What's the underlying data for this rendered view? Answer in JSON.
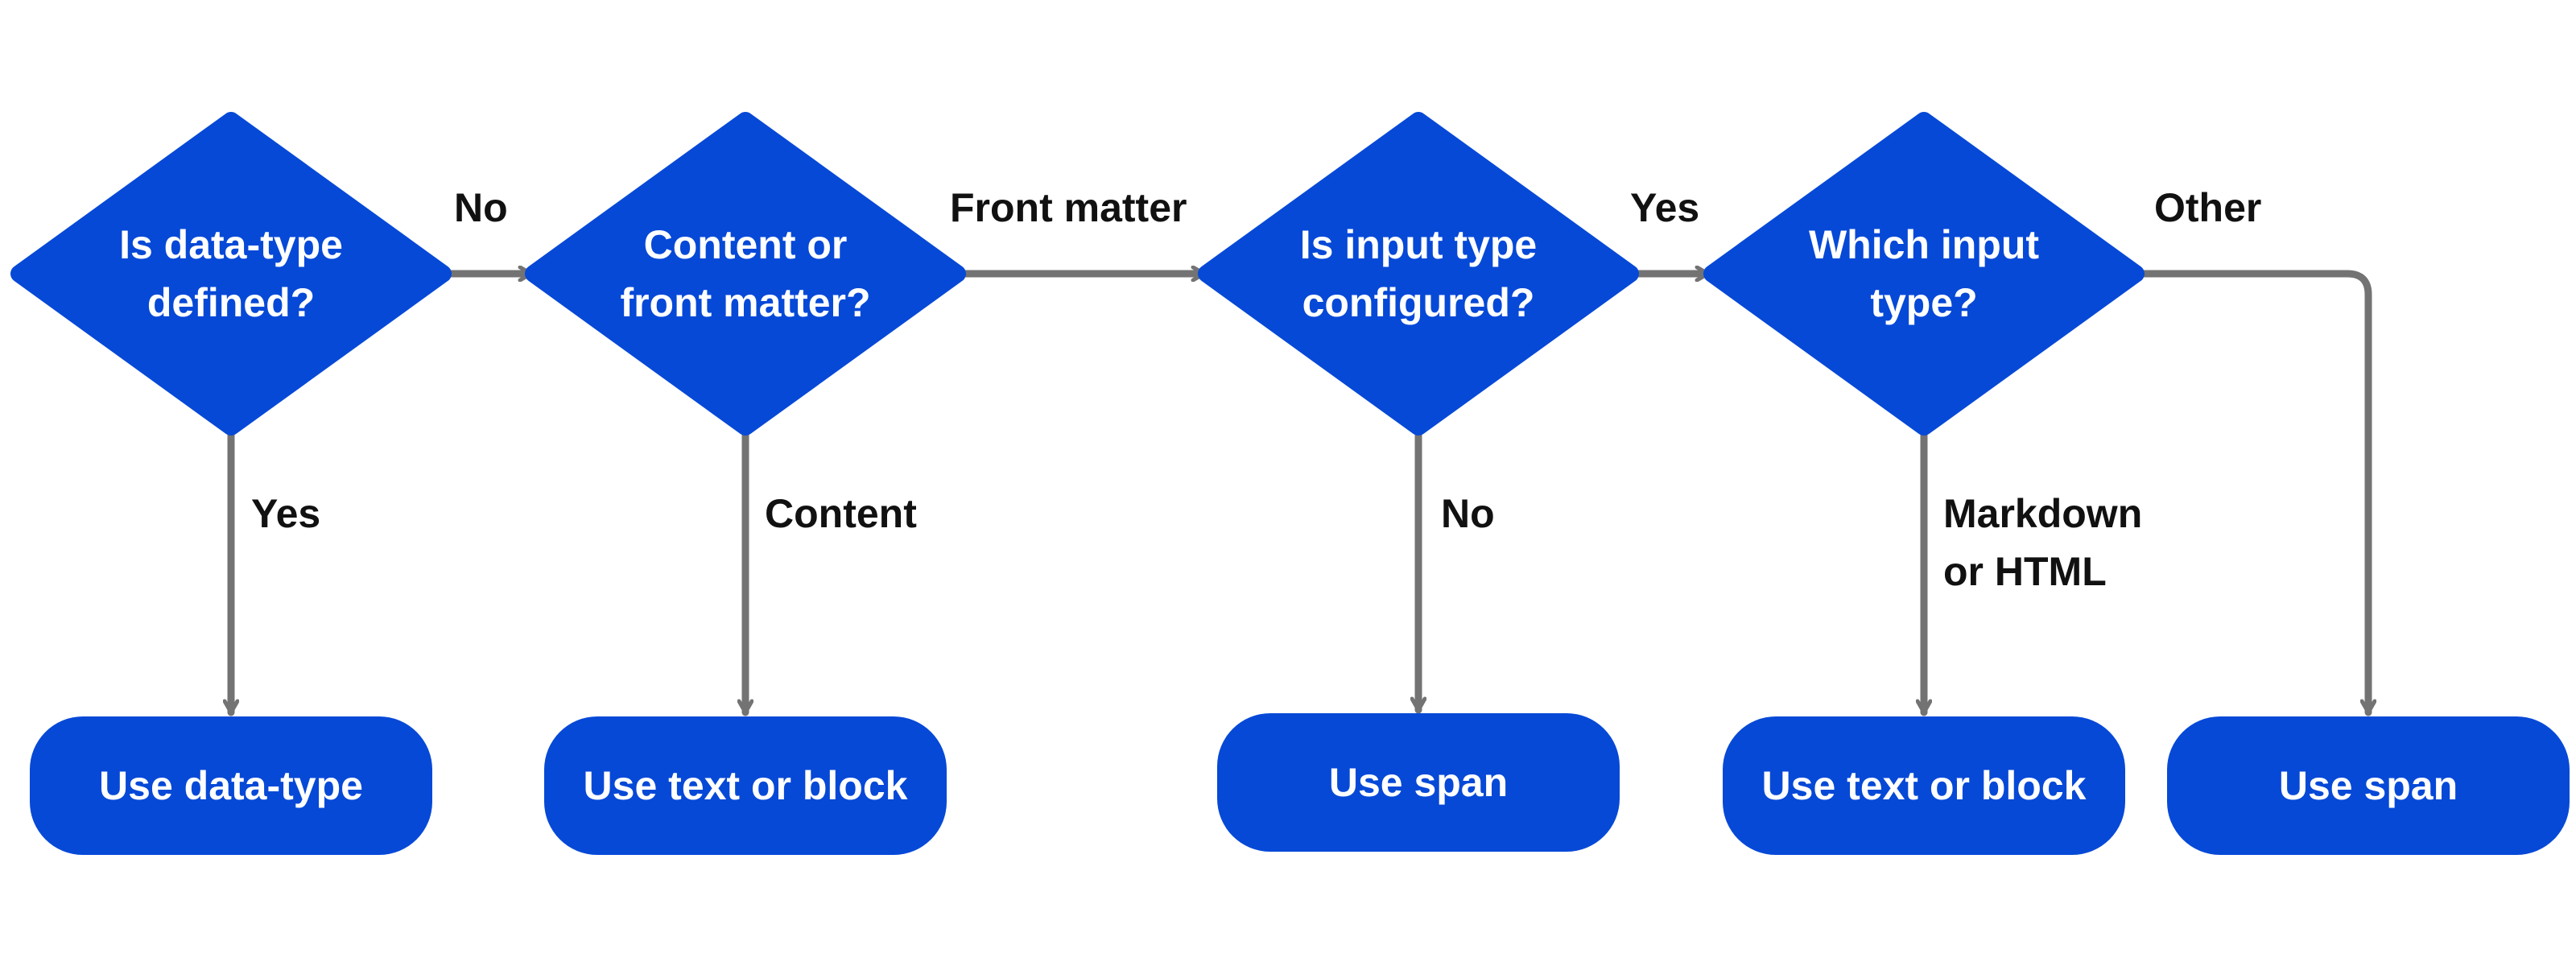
{
  "colors": {
    "node_fill": "#0649d7",
    "node_text": "#ffffff",
    "connector": "#737373",
    "edge_text": "#111111"
  },
  "nodes": {
    "decision_data_type": {
      "label": "Is data-type\ndefined?"
    },
    "decision_content_front": {
      "label": "Content or\nfront matter?"
    },
    "decision_input_configured": {
      "label": "Is input type\nconfigured?"
    },
    "decision_which_input": {
      "label": "Which input\ntype?"
    },
    "result_use_data_type": {
      "label": "Use data-type"
    },
    "result_text_block_1": {
      "label": "Use text or block"
    },
    "result_span_1": {
      "label": "Use span"
    },
    "result_text_block_2": {
      "label": "Use text or block"
    },
    "result_span_2": {
      "label": "Use span"
    }
  },
  "edges": {
    "data_type_yes": {
      "label": "Yes"
    },
    "data_type_no": {
      "label": "No"
    },
    "content_branch": {
      "label": "Content"
    },
    "front_matter_branch": {
      "label": "Front matter"
    },
    "configured_no": {
      "label": "No"
    },
    "configured_yes": {
      "label": "Yes"
    },
    "markdown_html_branch": {
      "label": "Markdown\nor HTML"
    },
    "other_branch": {
      "label": "Other"
    }
  }
}
